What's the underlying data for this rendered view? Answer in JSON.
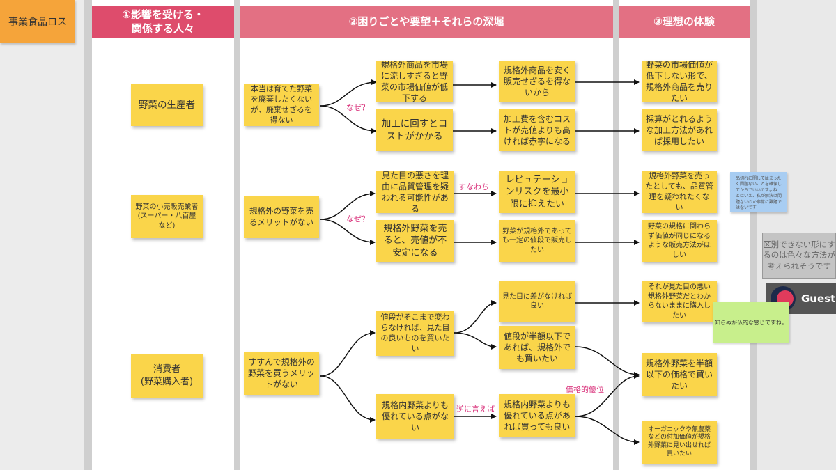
{
  "tag": "事業食品ロス",
  "columns": {
    "c1": "①影響を受ける・\n関係する人々",
    "c2": "②困りごとや要望＋それらの深堀",
    "c3": "③理想の体験"
  },
  "colors": {
    "header_dark": "#de4c6c",
    "header_light": "#e37083",
    "sticky": "#fad54a",
    "label": "#d9307a"
  },
  "people": {
    "p1": "野菜の生産者",
    "p2": "野菜の小売販売業者\n(スーパー・八百屋など)",
    "p3": "消費者\n(野菜購入者)"
  },
  "problems": {
    "a1": "本当は育てた野菜を廃棄したくないが、廃棄せざるを得ない",
    "a2": "規格外の野菜を売るメリットがない",
    "a3": "すすんで規格外の野菜を買うメリットがない"
  },
  "reasons": {
    "b1": "規格外商品を市場に流しすぎると野菜の市場価値が低下する",
    "b2": "加工に回すとコストがかかる",
    "b3": "見た目の悪さを理由に品質管理を疑われる可能性がある",
    "b4": "規格外野菜を売ると、売値が不安定になる",
    "b5": "値段がそこまで変わらなければ、見た目の良いものを買いたい",
    "b6": "規格内野菜よりも優れている点がない"
  },
  "deeper": {
    "c1": "規格外商品を安く販売せざるを得ないから",
    "c2": "加工費を含むコストが売値よりも高ければ赤字になる",
    "c3": "レピュテーションリスクを最小限に抑えたい",
    "c4": "野菜が規格外であっても一定の値段で販売したい",
    "c5": "見た目に差がなければ良い",
    "c6": "値段が半額以下であれば、規格外でも買いたい",
    "c7": "規格内野菜よりも優れている点があれば買っても良い"
  },
  "ideals": {
    "d1": "野菜の市場価値が低下しない形で、規格外商品を売りたい",
    "d2": "採算がとれるような加工方法があれば採用したい",
    "d3": "規格外野菜を売ったとしても、品質管理を疑われたくない",
    "d4": "野菜の規格に関わらず価値が同じになるような販売方法がほしい",
    "d5": "それが見た目の悪い規格外野菜だとわからないままに購入したい",
    "d6": "規格外野菜を半額以下の価格で買いたい",
    "d7": "オーガニックや無農薬などの付加価値が規格外野菜に見い出せれば買いたい"
  },
  "labels": {
    "why1": "なぜ？",
    "why2": "なぜ？",
    "namely": "すなわち",
    "conversely": "逆に言えば",
    "price": "価格的優位"
  },
  "side": {
    "blue": "品切れに関してはまったく問題ないことを確保してからでいいですよね…とはいえ、私が解決は問題ないのか非常に難題ではないです",
    "gray": "区別できない形にするのは色々な方法が考えられそうです",
    "green": "知らぬが仏的な感じですね。",
    "guest": "Guest"
  }
}
